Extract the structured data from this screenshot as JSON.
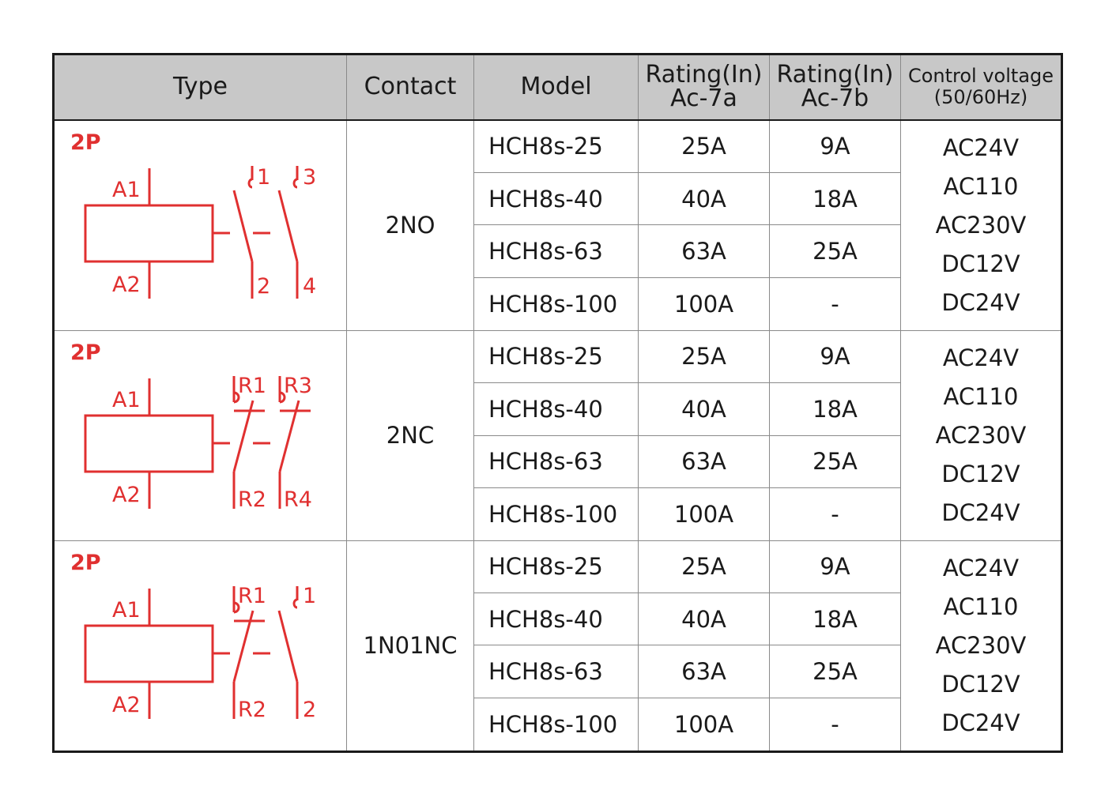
{
  "headers": {
    "type": "Type",
    "contact": "Contact",
    "model": "Model",
    "rating_a_line1": "Rating(In)",
    "rating_a_line2": "Ac-7a",
    "rating_b_line1": "Rating(In)",
    "rating_b_line2": "Ac-7b",
    "voltage_line1": "Control voltage",
    "voltage_line2": "(50/60Hz)"
  },
  "groups": [
    {
      "pole_label": "2P",
      "coil_top": "A1",
      "coil_bottom": "A2",
      "sw1_top": "1",
      "sw1_bottom": "2",
      "sw2_top": "3",
      "sw2_bottom": "4",
      "contact": "2NO",
      "rows": [
        {
          "model": "HCH8s-25",
          "ac7a": "25A",
          "ac7b": "9A"
        },
        {
          "model": "HCH8s-40",
          "ac7a": "40A",
          "ac7b": "18A"
        },
        {
          "model": "HCH8s-63",
          "ac7a": "63A",
          "ac7b": "25A"
        },
        {
          "model": "HCH8s-100",
          "ac7a": "100A",
          "ac7b": "-"
        }
      ],
      "voltages": [
        "AC24V",
        "AC110",
        "AC230V",
        "DC12V",
        "DC24V"
      ]
    },
    {
      "pole_label": "2P",
      "coil_top": "A1",
      "coil_bottom": "A2",
      "sw1_top": "R1",
      "sw1_bottom": "R2",
      "sw2_top": "R3",
      "sw2_bottom": "R4",
      "contact": "2NC",
      "rows": [
        {
          "model": "HCH8s-25",
          "ac7a": "25A",
          "ac7b": "9A"
        },
        {
          "model": "HCH8s-40",
          "ac7a": "40A",
          "ac7b": "18A"
        },
        {
          "model": "HCH8s-63",
          "ac7a": "63A",
          "ac7b": "25A"
        },
        {
          "model": "HCH8s-100",
          "ac7a": "100A",
          "ac7b": "-"
        }
      ],
      "voltages": [
        "AC24V",
        "AC110",
        "AC230V",
        "DC12V",
        "DC24V"
      ]
    },
    {
      "pole_label": "2P",
      "coil_top": "A1",
      "coil_bottom": "A2",
      "sw1_top": "R1",
      "sw1_bottom": "R2",
      "sw2_top": "1",
      "sw2_bottom": "2",
      "contact": "1N01NC",
      "rows": [
        {
          "model": "HCH8s-25",
          "ac7a": "25A",
          "ac7b": "9A"
        },
        {
          "model": "HCH8s-40",
          "ac7a": "40A",
          "ac7b": "18A"
        },
        {
          "model": "HCH8s-63",
          "ac7a": "63A",
          "ac7b": "25A"
        },
        {
          "model": "HCH8s-100",
          "ac7a": "100A",
          "ac7b": "-"
        }
      ],
      "voltages": [
        "AC24V",
        "AC110",
        "AC230V",
        "DC12V",
        "DC24V"
      ]
    }
  ],
  "colors": {
    "symbol": "#e03030",
    "header_bg": "#c8c8c8",
    "border": "#1a1a1a"
  }
}
